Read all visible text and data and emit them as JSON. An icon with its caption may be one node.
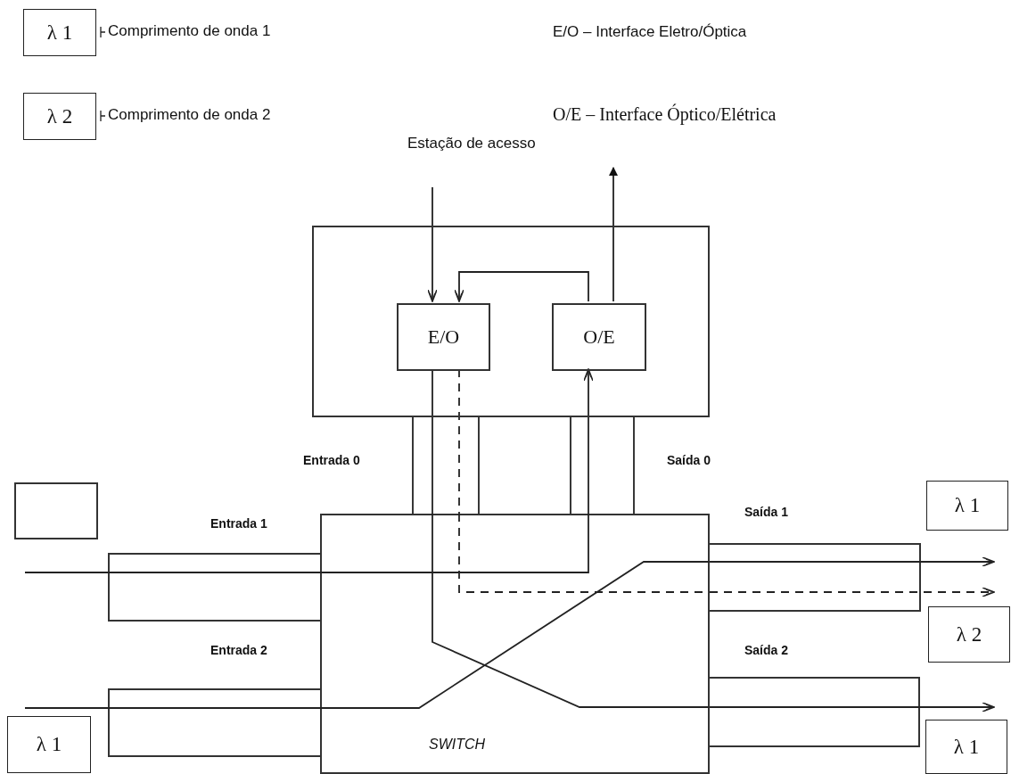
{
  "diagram": {
    "nodes": [
      {
        "text": [
          "λ 1"
        ],
        "beside": [
          "Comprimento de onda 1"
        ]
      },
      {
        "text": [
          "λ 2"
        ],
        "beside": [
          "Comprimento de onda 2"
        ]
      },
      {
        "text": [
          "Estação de acesso"
        ]
      },
      {
        "text": [
          "E/O"
        ],
        "in": 2
      },
      {
        "text": [
          "O/E"
        ],
        "in": 2
      },
      {
        "text": [],
        "shape": "box"
      },
      {
        "text": [
          "λ 1"
        ]
      },
      {
        "text": [
          "λ 2"
        ]
      },
      {
        "text": [
          "SWITCH"
        ]
      },
      {
        "text": [
          "λ 1"
        ]
      },
      {
        "text": [
          "λ 1"
        ]
      }
    ],
    "edges": [
      {
        "from": null,
        "to": 3,
        "arrow": "to"
      },
      {
        "from": 4,
        "to": null,
        "arrow": "to"
      },
      {
        "from": 4,
        "to": 3,
        "arrow": "to"
      },
      {
        "from": 3,
        "to": 8,
        "arrow": "none"
      },
      {
        "from": 3,
        "to": 8,
        "arrow": "none",
        "style": "dashed"
      },
      {
        "from": 8,
        "to": 10,
        "arrow": "to"
      },
      {
        "from": 8,
        "to": 7,
        "arrow": "to",
        "style": "dashed"
      },
      {
        "from": null,
        "to": 8,
        "arrow": "none"
      },
      {
        "from": 8,
        "to": 4,
        "arrow": "to"
      },
      {
        "from": 9,
        "to": 8,
        "arrow": "none"
      },
      {
        "from": 8,
        "to": 6,
        "arrow": "to"
      },
      {
        "from": 2,
        "to": 8,
        "arrow": "none"
      },
      {
        "from": 2,
        "to": 8,
        "arrow": "none"
      },
      {
        "from": 2,
        "to": 8,
        "arrow": "none"
      },
      {
        "from": 2,
        "to": 8,
        "arrow": "none"
      }
    ],
    "labels": [
      "E/O – Interface Eletro/Óptica",
      "O/E – Interface Óptico/Elétrica",
      "Entrada 0",
      "Saída 0",
      "Entrada 1",
      "Saída 1",
      "Entrada 2",
      "Saída 2"
    ]
  }
}
